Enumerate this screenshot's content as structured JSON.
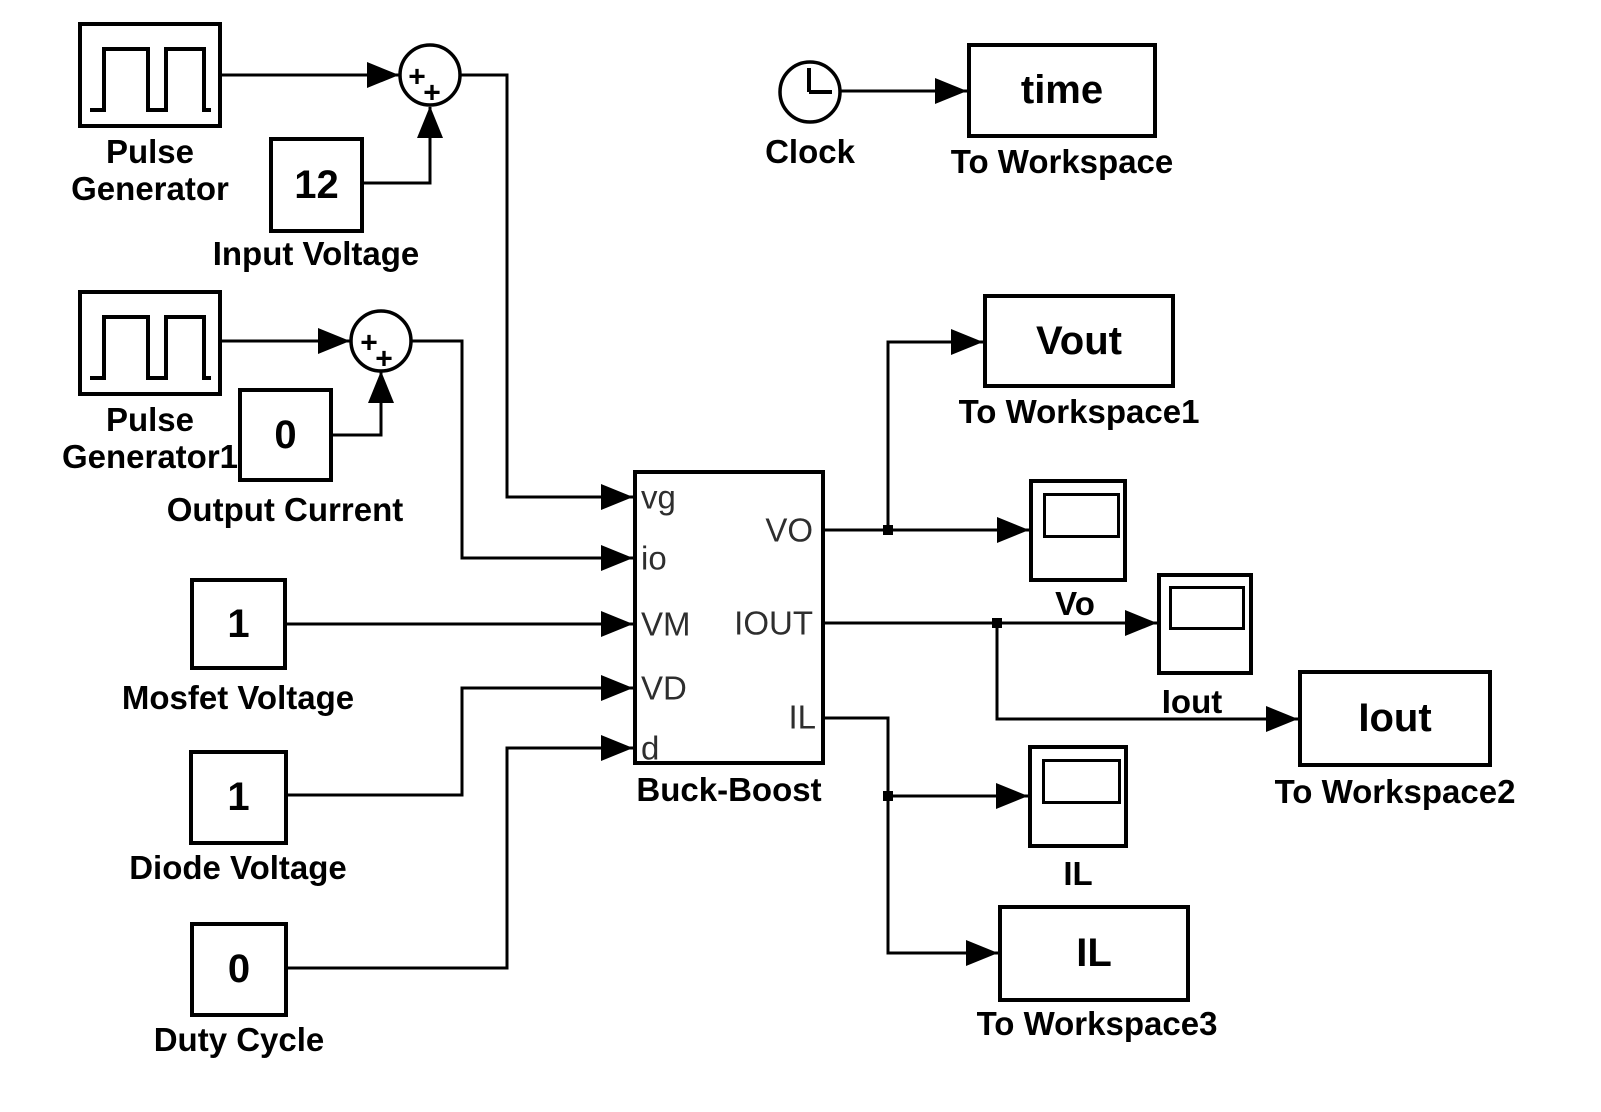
{
  "blocks": {
    "pulse_generator": {
      "label": "Pulse Generator"
    },
    "pulse_generator1": {
      "label": "Pulse Generator1"
    },
    "input_voltage": {
      "label": "Input Voltage",
      "value": "12"
    },
    "output_current": {
      "label": "Output Current",
      "value": "0"
    },
    "mosfet_voltage": {
      "label": "Mosfet Voltage",
      "value": "1"
    },
    "diode_voltage": {
      "label": "Diode Voltage",
      "value": "1"
    },
    "duty_cycle": {
      "label": "Duty Cycle",
      "value": "0"
    },
    "sum1": {
      "plus_top": "+",
      "plus_bottom": "+"
    },
    "sum2": {
      "plus_top": "+",
      "plus_bottom": "+"
    },
    "clock": {
      "label": "Clock"
    },
    "to_workspace_time": {
      "value": "time",
      "label": "To Workspace"
    },
    "to_workspace_vout": {
      "value": "Vout",
      "label": "To Workspace1"
    },
    "to_workspace_iout": {
      "value": "Iout",
      "label": "To Workspace2"
    },
    "to_workspace_il": {
      "value": "IL",
      "label": "To Workspace3"
    },
    "scope_vo": {
      "label": "Vo"
    },
    "scope_iout": {
      "label": "Iout"
    },
    "scope_il": {
      "label": "IL"
    },
    "buck_boost": {
      "label": "Buck-Boost",
      "inputs": [
        "vg",
        "io",
        "VM",
        "VD",
        "d"
      ],
      "outputs": [
        "VO",
        "IOUT",
        "IL"
      ]
    }
  },
  "colors": {
    "line": "#000000",
    "background": "#ffffff"
  }
}
